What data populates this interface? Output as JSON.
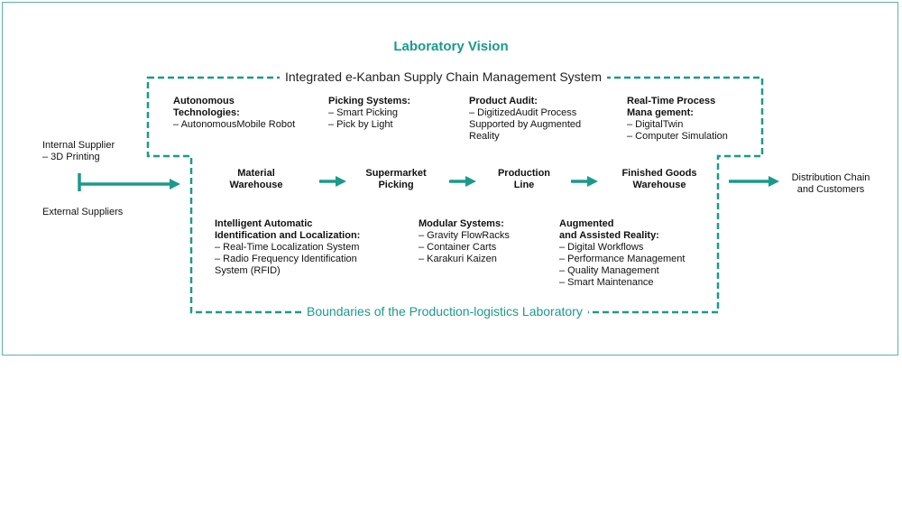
{
  "title": "Laboratory Vision",
  "system_label": "Integrated e-Kanban Supply Chain Management System",
  "boundary_label": "Boundaries of the Production-logistics Laboratory",
  "inputs": {
    "internal_supplier": [
      "Internal Supplier",
      "– 3D Printing"
    ],
    "external_suppliers": "External Suppliers"
  },
  "output": [
    "Distribution Chain",
    "and Customers"
  ],
  "stages": [
    [
      "Material",
      "Warehouse"
    ],
    [
      "Supermarket",
      "Picking"
    ],
    [
      "Production",
      "Line"
    ],
    [
      "Finished Goods",
      "Warehouse"
    ]
  ],
  "top_blocks": [
    {
      "heading": [
        "Autonomous",
        "Technologies:"
      ],
      "items": [
        "– AutonomousMobile Robot"
      ]
    },
    {
      "heading": [
        "Picking Systems:"
      ],
      "items": [
        "– Smart Picking",
        "– Pick by Light"
      ]
    },
    {
      "heading": [
        "Product Audit:"
      ],
      "items": [
        "– DigitizedAudit Process",
        "Supported by Augmented",
        "Reality"
      ]
    },
    {
      "heading": [
        "Real-Time Process",
        "Mana gement:"
      ],
      "items": [
        "– DigitalTwin",
        "– Computer Simulation"
      ]
    }
  ],
  "bottom_blocks": [
    {
      "heading": [
        "Intelligent Automatic",
        "Identification and Localization:"
      ],
      "items": [
        "– Real-Time Localization System",
        "– Radio Frequency Identification",
        "System (RFID)"
      ]
    },
    {
      "heading": [
        "Modular Systems:"
      ],
      "items": [
        "– Gravity FlowRacks",
        "– Container Carts",
        "– Karakuri Kaizen"
      ]
    },
    {
      "heading": [
        "Augmented",
        "and Assisted Reality:"
      ],
      "items": [
        "– Digital Workflows",
        "– Performance Management",
        "– Quality Management",
        "– Smart Maintenance"
      ]
    }
  ],
  "colors": {
    "accent": "#1a9a8a",
    "frame": "#5ab4aa"
  }
}
